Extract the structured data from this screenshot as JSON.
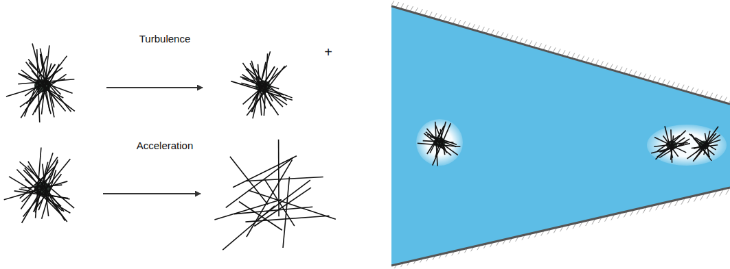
{
  "diagram": {
    "labels": [
      "Turbulence",
      "+",
      "Acceleration"
    ]
  }
}
